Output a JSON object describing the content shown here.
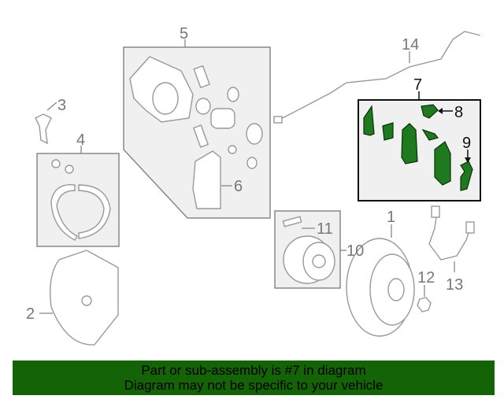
{
  "callouts": {
    "c1": "1",
    "c2": "2",
    "c3": "3",
    "c4": "4",
    "c5": "5",
    "c6": "6",
    "c7": "7",
    "c8": "8",
    "c9": "9",
    "c10": "10",
    "c11": "11",
    "c12": "12",
    "c13": "13",
    "c14": "14"
  },
  "banner": {
    "line1": "Part or sub-assembly is #7 in diagram",
    "line2": "Diagram may not be specific to your vehicle"
  },
  "colors": {
    "highlight": "#1f7a1f",
    "banner": "#156307"
  }
}
